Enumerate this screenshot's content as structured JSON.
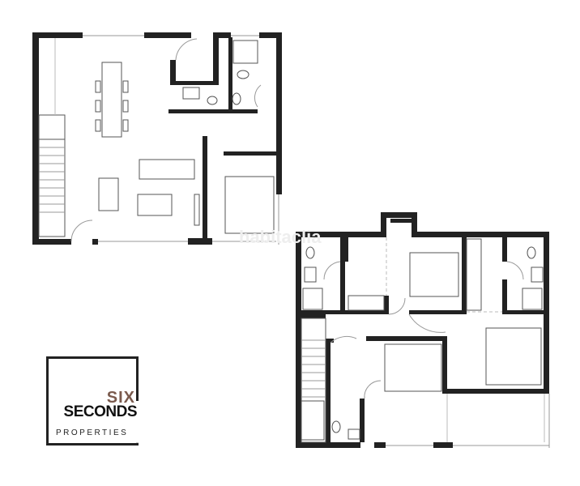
{
  "logo": {
    "line1": "SIX",
    "line2": "SECONDS",
    "line3": "PROPERTIES"
  },
  "watermark": "habitaclia",
  "colors": {
    "wall": "#222222",
    "logo_accent": "#7a5a4d"
  }
}
